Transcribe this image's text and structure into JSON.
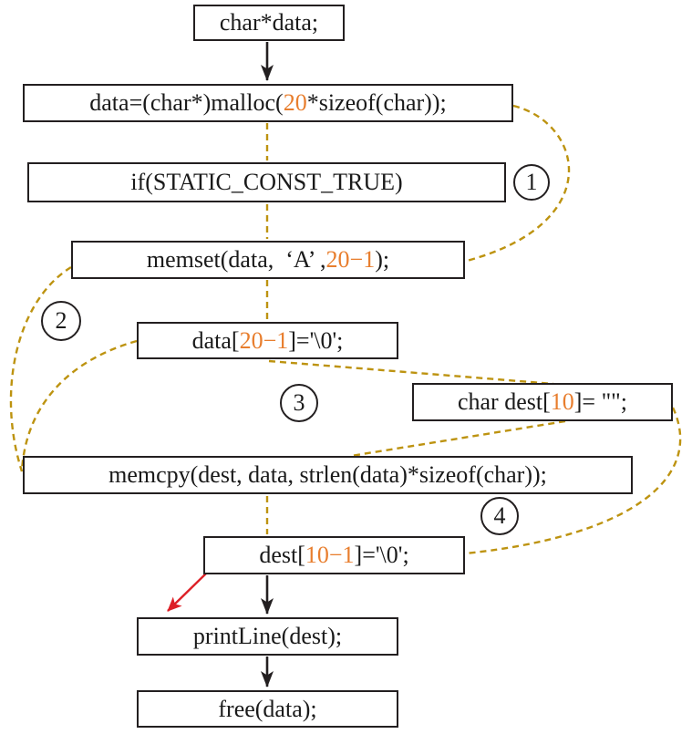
{
  "colors": {
    "accent_orange": "#e87e2e",
    "dataflow_gold": "#bd9310",
    "flow_black": "#231f20",
    "alert_red": "#dd1f26"
  },
  "diagram": {
    "boxes": [
      {
        "name": "declare-data",
        "parts": [
          {
            "t": "char*data;"
          }
        ]
      },
      {
        "name": "malloc-data",
        "parts": [
          {
            "t": "data=(char*)malloc("
          },
          {
            "t": "20",
            "c": "accent_orange"
          },
          {
            "t": "*sizeof(char));"
          }
        ]
      },
      {
        "name": "if-static-const-true",
        "parts": [
          {
            "t": "if(STATIC_CONST_TRUE)"
          }
        ]
      },
      {
        "name": "memset-data",
        "parts": [
          {
            "t": "memset(data,  ‘A’ ,"
          },
          {
            "t": "20−1",
            "c": "accent_orange"
          },
          {
            "t": ");"
          }
        ]
      },
      {
        "name": "data-null-terminate",
        "parts": [
          {
            "t": "data["
          },
          {
            "t": "20−1",
            "c": "accent_orange"
          },
          {
            "t": "]='\\0';"
          }
        ]
      },
      {
        "name": "declare-dest",
        "parts": [
          {
            "t": "char dest["
          },
          {
            "t": "10",
            "c": "accent_orange"
          },
          {
            "t": "]= \"\";"
          }
        ]
      },
      {
        "name": "memcpy-dest",
        "parts": [
          {
            "t": "memcpy(dest, data, strlen(data)*sizeof(char));"
          }
        ]
      },
      {
        "name": "dest-null-terminate",
        "parts": [
          {
            "t": "dest["
          },
          {
            "t": "10−1",
            "c": "accent_orange"
          },
          {
            "t": "]='\\0';"
          }
        ]
      },
      {
        "name": "printline-dest",
        "parts": [
          {
            "t": "printLine(dest);"
          }
        ]
      },
      {
        "name": "free-data",
        "parts": [
          {
            "t": "free(data);"
          }
        ]
      }
    ],
    "annotations": [
      {
        "label": "1"
      },
      {
        "label": "2"
      },
      {
        "label": "3"
      },
      {
        "label": "4"
      }
    ]
  }
}
